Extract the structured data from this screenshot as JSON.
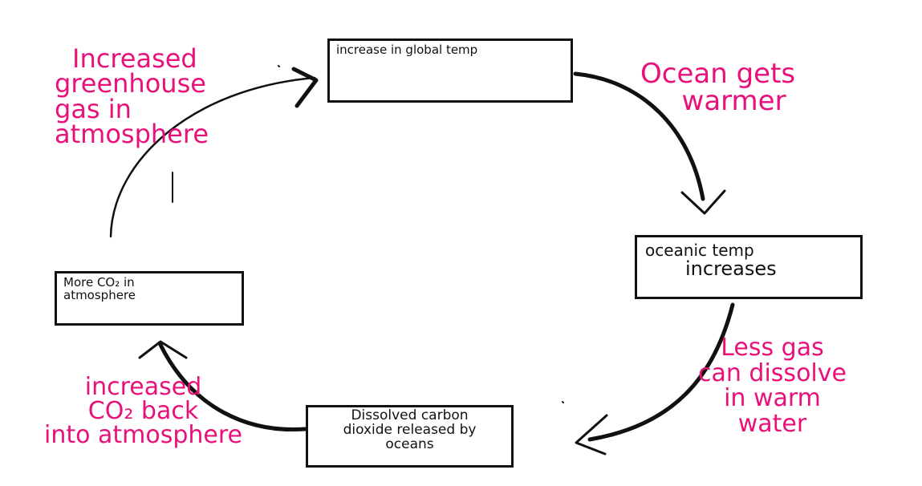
{
  "boxes": {
    "global_temp": "increase in global temp",
    "oceanic_temp": [
      "oceanic temp",
      "increases"
    ],
    "dissolved_co2": [
      "Dissolved carbon",
      "dioxide released by",
      "oceans"
    ],
    "more_co2": [
      "More CO₂ in",
      "atmosphere"
    ]
  },
  "annotations": {
    "ocean_warmer": [
      "Ocean gets",
      "warmer"
    ],
    "less_gas": [
      "Less gas",
      "can dissolve",
      "in warm",
      "water"
    ],
    "increased_co2": [
      "increased",
      "CO₂ back",
      "into atmosphere"
    ],
    "greenhouse": [
      "Increased",
      "greenhouse",
      "gas in",
      "atmosphere"
    ]
  },
  "colors": {
    "ink": "#111111",
    "annotation": "#e8117a"
  }
}
